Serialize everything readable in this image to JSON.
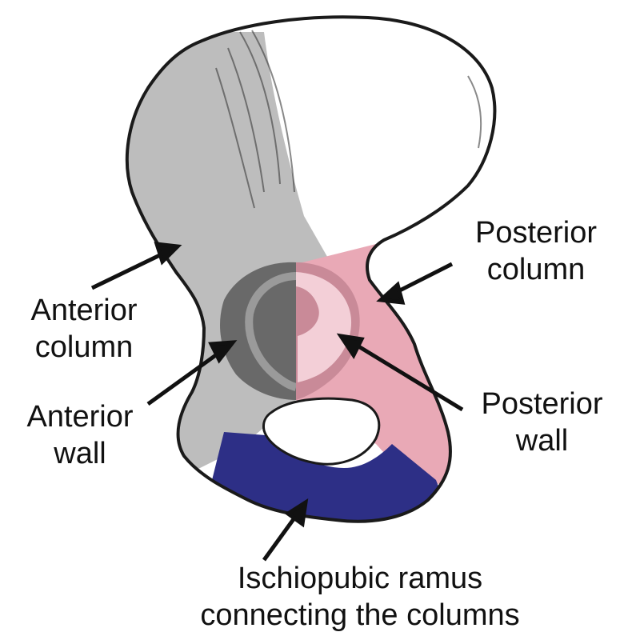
{
  "labels": {
    "posterior_column": [
      "Posterior",
      "column"
    ],
    "anterior_column": [
      "Anterior",
      "column"
    ],
    "anterior_wall": [
      "Anterior",
      "wall"
    ],
    "posterior_wall": [
      "Posterior",
      "wall"
    ],
    "ischiopubic_ramus": [
      "Ischiopubic ramus",
      "connecting the columns"
    ]
  },
  "colors": {
    "anterior_column": "#bdbdbd",
    "posterior_column": "#e9a9b6",
    "ischiopubic_ramus": "#2d2f86",
    "outline": "#1a1a1a",
    "acetabulum_shadow": "#5a5a5a"
  }
}
